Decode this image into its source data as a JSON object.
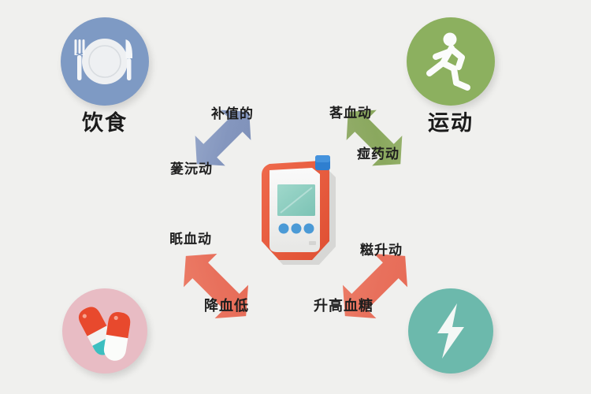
{
  "background_color": "#f0f0ee",
  "nodes": [
    {
      "id": "diet",
      "label": "饮食",
      "icon": "plate-fork-knife-icon",
      "circle_color": "#7e9ac4"
    },
    {
      "id": "exercise",
      "label": "运动",
      "icon": "running-person-icon",
      "circle_color": "#8cb05f"
    },
    {
      "id": "medicine",
      "label": "",
      "icon": "capsule-pills-icon",
      "circle_color": "#e8bcc4"
    },
    {
      "id": "energy",
      "label": "",
      "icon": "lightning-bolt-icon",
      "circle_color": "#6cb9ac"
    }
  ],
  "center": {
    "device": "blood-glucose-meter-icon",
    "body_color": "#e8593c",
    "face_color": "#f2f2f0",
    "screen_color": "#8fcfc2",
    "button_color": "#4b9ad6",
    "strip_color": "#2f7fd0"
  },
  "arrows": [
    {
      "id": "diet-arrow",
      "color": "#8496be",
      "direction": "double-headed-diagonal-up-left",
      "labels": [
        "补值的",
        "蓌沅动"
      ]
    },
    {
      "id": "exercise-arrow",
      "color": "#8aa85e",
      "direction": "double-headed-diagonal-up-right",
      "labels": [
        "茖血动",
        "痖药动"
      ]
    },
    {
      "id": "medicine-arrow",
      "color": "#e8705c",
      "direction": "double-headed-diagonal-down-left",
      "labels": [
        "眂血动",
        "降血低"
      ]
    },
    {
      "id": "energy-arrow",
      "color": "#e8705c",
      "direction": "double-headed-diagonal-down-right",
      "labels": [
        "糍升动",
        "升高血糖"
      ]
    }
  ],
  "labels": {
    "diet_up": "补值的",
    "diet_down": "蓌沅动",
    "exercise_up": "茖血动",
    "exercise_down": "痖药动",
    "medicine_up": "眂血动",
    "medicine_down": "降血低",
    "energy_up": "糍升动",
    "energy_down": "升高血糖"
  }
}
